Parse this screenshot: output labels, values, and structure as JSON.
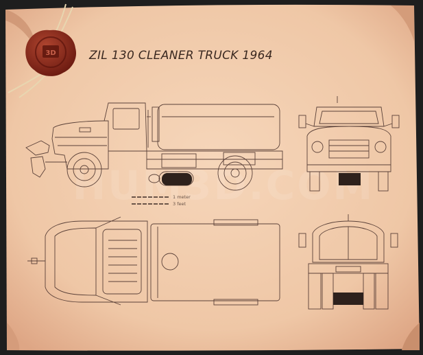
{
  "title": "ZIL 130 CLEANER TRUCK 1964",
  "scale": {
    "metric_label": "1 meter",
    "imperial_label": "3 feet"
  },
  "seal": {
    "logo_text": "3D"
  },
  "watermark": "HUM3D.COM",
  "colors": {
    "paper": "#f0c9a9",
    "paper_edge": "#d9a888",
    "line": "#5a4038",
    "seal": "#8e2a1c",
    "background": "#1e1e1e"
  },
  "views": [
    "side",
    "front",
    "top",
    "rear"
  ]
}
